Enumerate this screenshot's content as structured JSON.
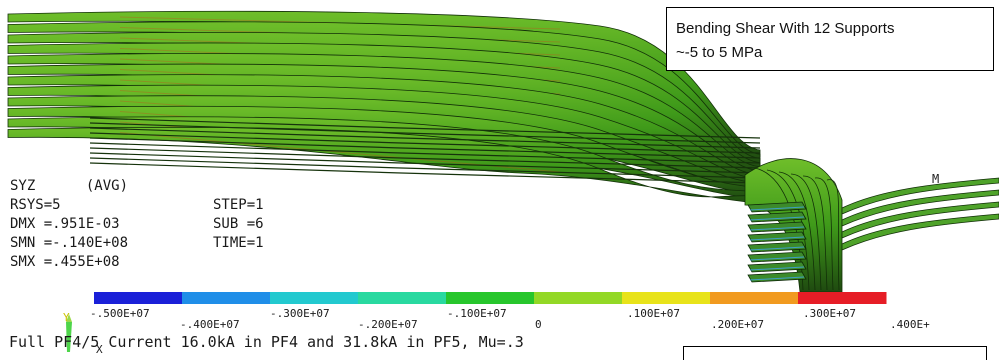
{
  "annotation_top": {
    "line1": "Bending Shear With 12 Supports",
    "line2": "~-5 to 5 MPa"
  },
  "stats_left": {
    "line1": "SYZ      (AVG)",
    "line2": "RSYS=5",
    "line3": "DMX =.951E-03",
    "line4": "SMN =-.140E+08",
    "line5": "SMX =.455E+08"
  },
  "stats_mid": {
    "line1": "STEP=1",
    "line2": "SUB =6",
    "line3": "TIME=1"
  },
  "legend": {
    "colors": [
      "#1a20d8",
      "#1f8ee8",
      "#22c9cf",
      "#29d9a0",
      "#27c62c",
      "#93d826",
      "#e8e31a",
      "#f19a1f",
      "#e61d26"
    ],
    "ticks_upper": [
      "-.500E+07",
      "-.300E+07",
      "-.100E+07",
      ".100E+07",
      ".300E+07"
    ],
    "ticks_lower": [
      "-.400E+07",
      "-.200E+07",
      "0",
      ".200E+07",
      ".400E+"
    ]
  },
  "caption": "Full PF4/5 Current 16.0kA in PF4 and 31.8kA in PF5, Mu=.3",
  "axis_y": "Y",
  "axis_x": "X",
  "marker": "M"
}
